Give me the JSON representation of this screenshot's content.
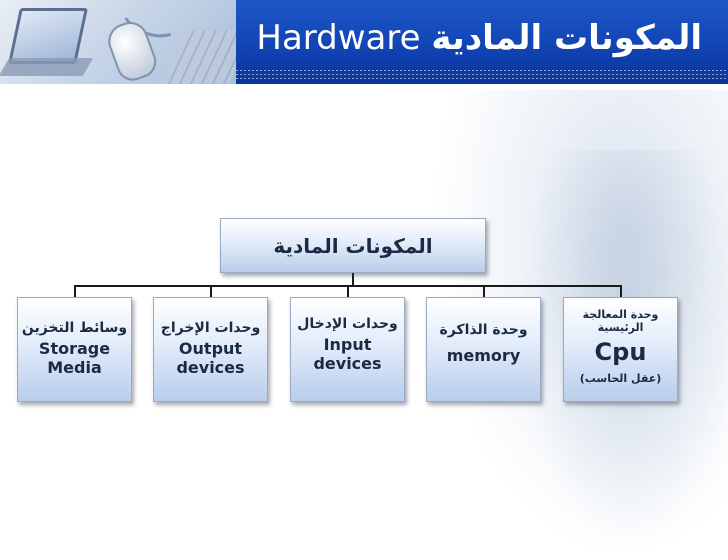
{
  "slide": {
    "title_ar": "المكونات المادية",
    "title_en": "Hardware"
  },
  "chart": {
    "root": "المكونات المادية",
    "children": [
      {
        "ar": "وسائط التخزين",
        "en": "Storage Media"
      },
      {
        "ar": "وحدات الإخراج",
        "en": "Output devices"
      },
      {
        "ar": "وحدات الإدخال",
        "en": "Input devices"
      },
      {
        "ar": "وحدة الذاكرة",
        "en": "memory"
      },
      {
        "ar": "وحدة المعالجة الرئيسية",
        "en": "Cpu",
        "sub": "(عقل الحاسب)"
      }
    ]
  },
  "colors": {
    "header_blue": "#1f57c9",
    "box_light": "#e2ecfa",
    "box_dark": "#b9cdea",
    "text": "#1b2a40"
  },
  "icons": [
    "laptop-icon",
    "mouse-icon"
  ]
}
